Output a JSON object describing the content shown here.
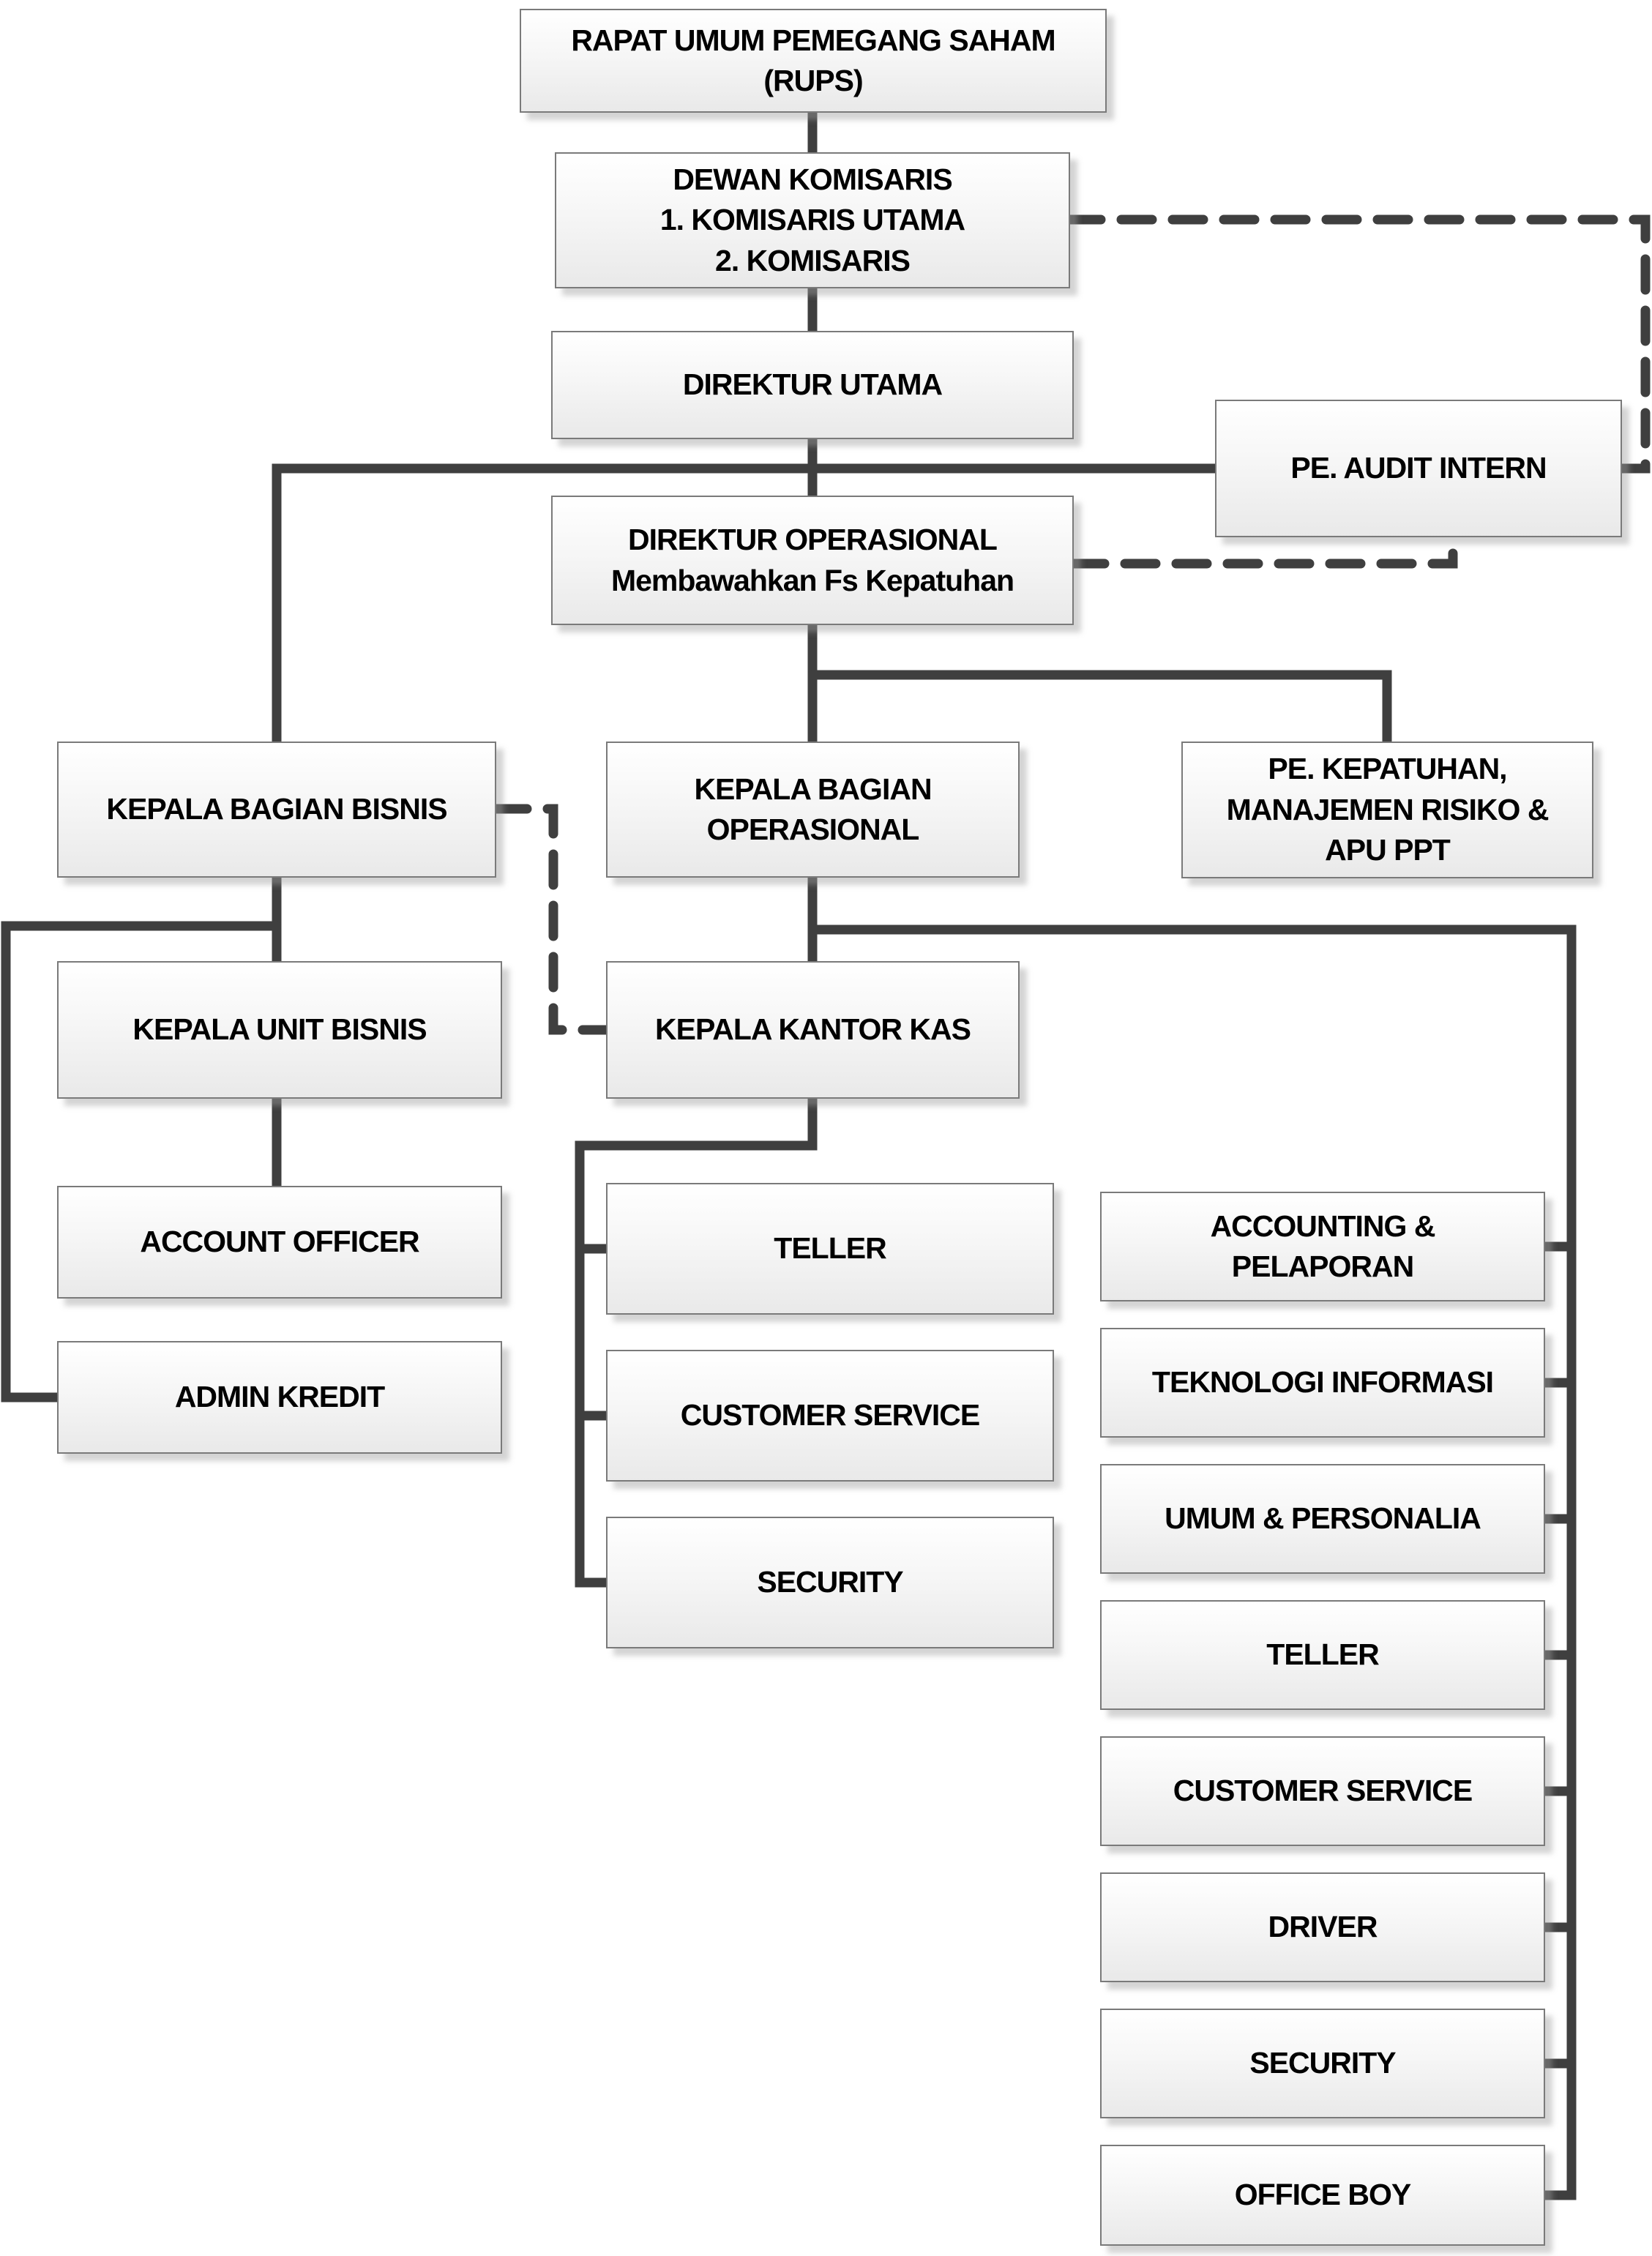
{
  "diagram": {
    "type": "org-chart",
    "connector_color": "#3f3f3f",
    "box_border_color": "#7a7a7a",
    "box_fill_colors": [
      "#ffffff",
      "#e9e9e9"
    ],
    "text_color": "#000000",
    "nodes": {
      "rups": {
        "label": "RAPAT UMUM PEMEGANG SAHAM\n(RUPS)"
      },
      "dewan_komisaris": {
        "label": "DEWAN KOMISARIS\n1. KOMISARIS UTAMA\n2. KOMISARIS"
      },
      "direktur_utama": {
        "label": "DIREKTUR UTAMA"
      },
      "pe_audit_intern": {
        "label": "PE. AUDIT INTERN"
      },
      "direktur_operasional": {
        "label": "DIREKTUR OPERASIONAL\nMembawahkan Fs Kepatuhan"
      },
      "kepala_bagian_bisnis": {
        "label": "KEPALA BAGIAN BISNIS"
      },
      "kepala_bagian_operasional": {
        "label": "KEPALA BAGIAN\nOPERASIONAL"
      },
      "pe_kepatuhan": {
        "label": "PE. KEPATUHAN,\nMANAJEMEN RISIKO &\nAPU PPT"
      },
      "kepala_unit_bisnis": {
        "label": "KEPALA UNIT BISNIS"
      },
      "kepala_kantor_kas": {
        "label": "KEPALA KANTOR KAS"
      },
      "account_officer": {
        "label": "ACCOUNT OFFICER"
      },
      "admin_kredit": {
        "label": "ADMIN KREDIT"
      },
      "teller_kas": {
        "label": "TELLER"
      },
      "customer_service_kas": {
        "label": "CUSTOMER SERVICE"
      },
      "security_kas": {
        "label": "SECURITY"
      },
      "accounting_pelaporan": {
        "label": "ACCOUNTING &\nPELAPORAN"
      },
      "teknologi_informasi": {
        "label": "TEKNOLOGI INFORMASI"
      },
      "umum_personalia": {
        "label": "UMUM & PERSONALIA"
      },
      "teller_operasional": {
        "label": "TELLER"
      },
      "customer_service_operasional": {
        "label": "CUSTOMER SERVICE"
      },
      "driver": {
        "label": "DRIVER"
      },
      "security_operasional": {
        "label": "SECURITY"
      },
      "office_boy": {
        "label": "OFFICE BOY"
      }
    },
    "connections": [
      {
        "from": "rups",
        "to": "dewan_komisaris",
        "style": "solid"
      },
      {
        "from": "dewan_komisaris",
        "to": "direktur_utama",
        "style": "solid"
      },
      {
        "from": "direktur_utama",
        "to": "direktur_operasional",
        "style": "solid"
      },
      {
        "from": "direktur_utama",
        "to": "kepala_bagian_bisnis",
        "style": "solid"
      },
      {
        "from": "direktur_utama",
        "to": "pe_audit_intern",
        "style": "solid"
      },
      {
        "from": "dewan_komisaris",
        "to": "pe_audit_intern",
        "style": "dashed"
      },
      {
        "from": "direktur_operasional",
        "to": "pe_audit_intern",
        "style": "dashed"
      },
      {
        "from": "direktur_operasional",
        "to": "kepala_bagian_operasional",
        "style": "solid"
      },
      {
        "from": "direktur_operasional",
        "to": "pe_kepatuhan",
        "style": "solid"
      },
      {
        "from": "kepala_bagian_bisnis",
        "to": "kepala_unit_bisnis",
        "style": "solid"
      },
      {
        "from": "kepala_bagian_bisnis",
        "to": "admin_kredit",
        "style": "solid"
      },
      {
        "from": "kepala_bagian_bisnis",
        "to": "kepala_kantor_kas",
        "style": "dashed"
      },
      {
        "from": "kepala_unit_bisnis",
        "to": "account_officer",
        "style": "solid"
      },
      {
        "from": "kepala_kantor_kas",
        "to": "teller_kas",
        "style": "solid"
      },
      {
        "from": "kepala_kantor_kas",
        "to": "customer_service_kas",
        "style": "solid"
      },
      {
        "from": "kepala_kantor_kas",
        "to": "security_kas",
        "style": "solid"
      },
      {
        "from": "kepala_bagian_operasional",
        "to": "accounting_pelaporan",
        "style": "solid"
      },
      {
        "from": "kepala_bagian_operasional",
        "to": "teknologi_informasi",
        "style": "solid"
      },
      {
        "from": "kepala_bagian_operasional",
        "to": "umum_personalia",
        "style": "solid"
      },
      {
        "from": "kepala_bagian_operasional",
        "to": "teller_operasional",
        "style": "solid"
      },
      {
        "from": "kepala_bagian_operasional",
        "to": "customer_service_operasional",
        "style": "solid"
      },
      {
        "from": "kepala_bagian_operasional",
        "to": "driver",
        "style": "solid"
      },
      {
        "from": "kepala_bagian_operasional",
        "to": "security_operasional",
        "style": "solid"
      },
      {
        "from": "kepala_bagian_operasional",
        "to": "office_boy",
        "style": "solid"
      }
    ]
  }
}
